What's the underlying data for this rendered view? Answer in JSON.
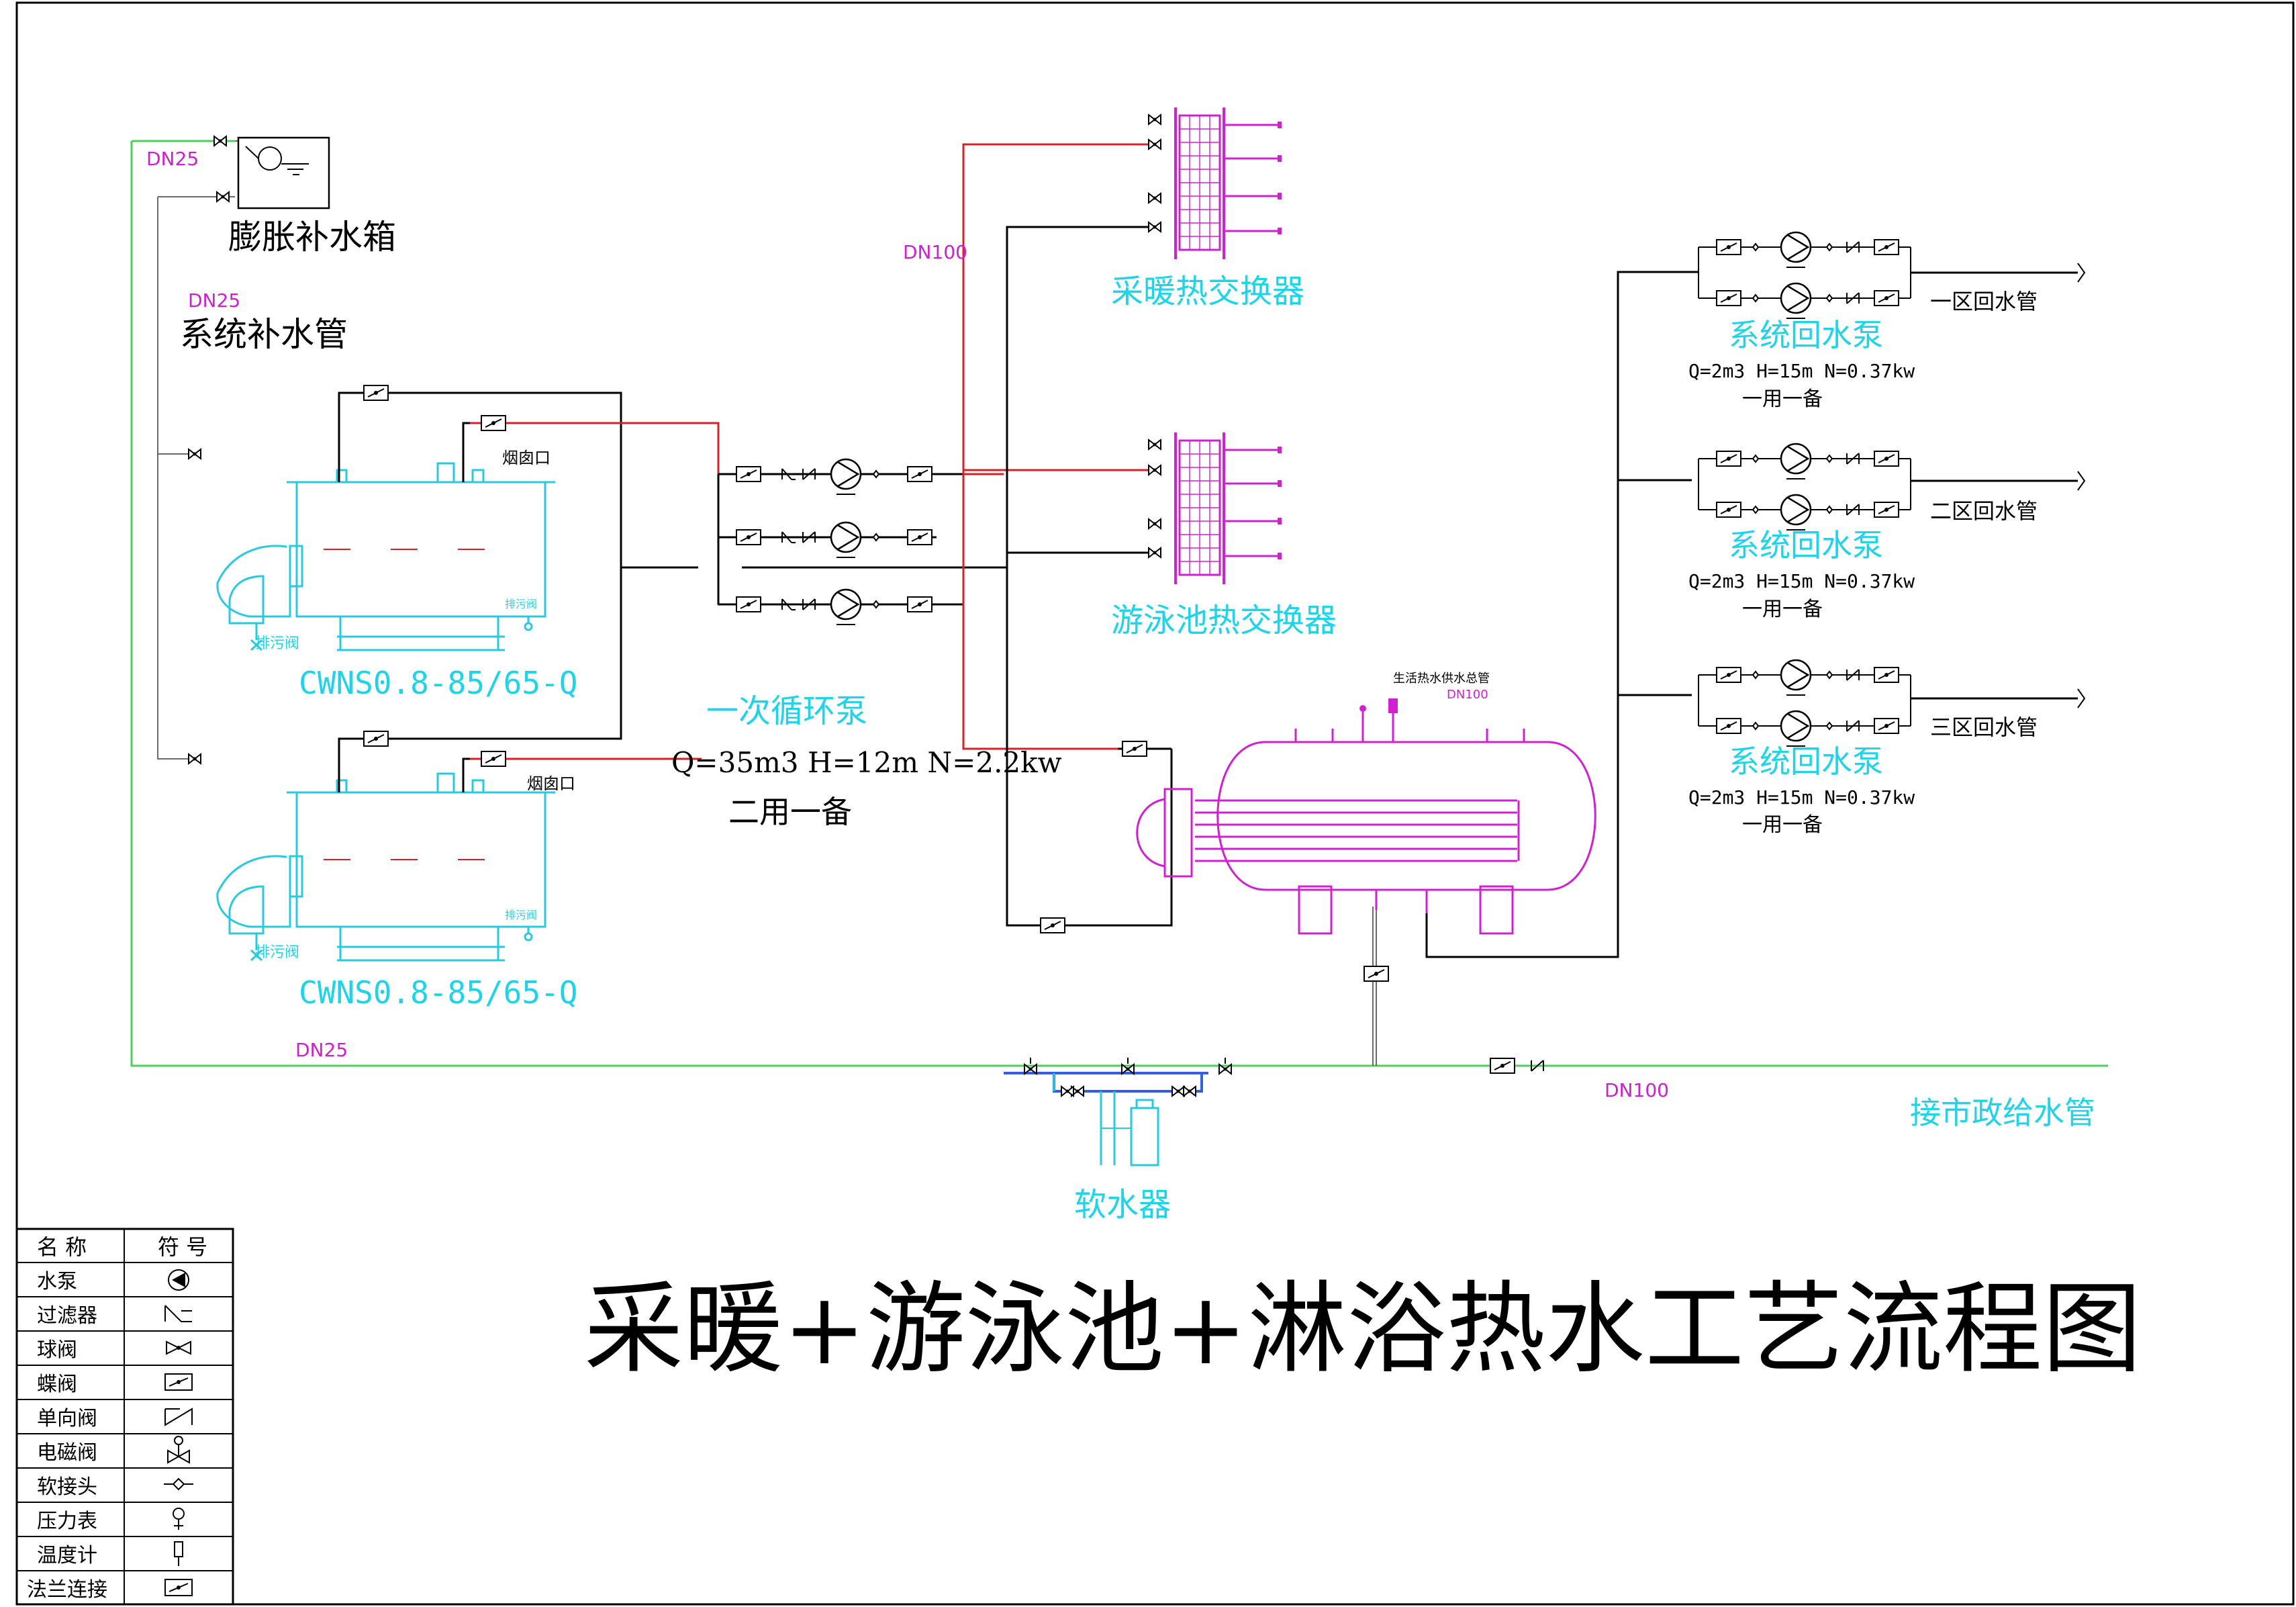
{
  "title": "采暖+游泳池+淋浴热水工艺流程图",
  "colors": {
    "cyan": "#1fd4e8",
    "magenta": "#d01fd0",
    "red": "#d8202a",
    "green": "#4fcf5a",
    "black": "#000000"
  },
  "labels": {
    "expansion_tank": "膨胀补水箱",
    "makeup_pipe": "系统补水管",
    "dn25_a": "DN25",
    "dn25_b": "DN25",
    "dn25_c": "DN25",
    "dn100_a": "DN100",
    "dn100_b": "DN100",
    "dn100_c": "DN100",
    "heating_hx": "采暖热交换器",
    "pool_hx": "游泳池热交换器",
    "primary_pump": "一次循环泵",
    "primary_pump_spec": "Q=35m3 H=12m N=2.2kw",
    "primary_pump_mode": "二用一备",
    "boiler_1_model": "CWNS0.8-85/65-Q",
    "boiler_2_model": "CWNS0.8-85/65-Q",
    "flue_1": "烟囱口",
    "flue_2": "烟囱口",
    "drain_valve_1": "排污阀",
    "drain_valve_2": "排污阀",
    "blowdown_1": "排污阀",
    "blowdown_2": "排污阀",
    "domestic_tank_note": "生活热水供水总管",
    "softener": "软水器",
    "city_water": "接市政给水管"
  },
  "return_pumps": [
    {
      "name": "系统回水泵",
      "spec": "Q=2m3 H=15m N=0.37kw",
      "mode": "一用一备",
      "zone": "一区回水管"
    },
    {
      "name": "系统回水泵",
      "spec": "Q=2m3 H=15m N=0.37kw",
      "mode": "一用一备",
      "zone": "二区回水管"
    },
    {
      "name": "系统回水泵",
      "spec": "Q=2m3 H=15m N=0.37kw",
      "mode": "一用一备",
      "zone": "三区回水管"
    }
  ],
  "legend": {
    "header_name": "名 称",
    "header_symbol": "符 号",
    "rows": [
      {
        "name": "水泵",
        "symbol": "pump-symbol-icon"
      },
      {
        "name": "过滤器",
        "symbol": "filter-symbol-icon"
      },
      {
        "name": "球阀",
        "symbol": "ball-valve-symbol-icon"
      },
      {
        "name": "蝶阀",
        "symbol": "butterfly-valve-symbol-icon"
      },
      {
        "name": "单向阀",
        "symbol": "check-valve-symbol-icon"
      },
      {
        "name": "电磁阀",
        "symbol": "solenoid-valve-symbol-icon"
      },
      {
        "name": "软接头",
        "symbol": "flexible-joint-symbol-icon"
      },
      {
        "name": "压力表",
        "symbol": "pressure-gauge-symbol-icon"
      },
      {
        "name": "温度计",
        "symbol": "thermometer-symbol-icon"
      },
      {
        "name": "法兰连接",
        "symbol": "flange-symbol-icon"
      }
    ]
  }
}
